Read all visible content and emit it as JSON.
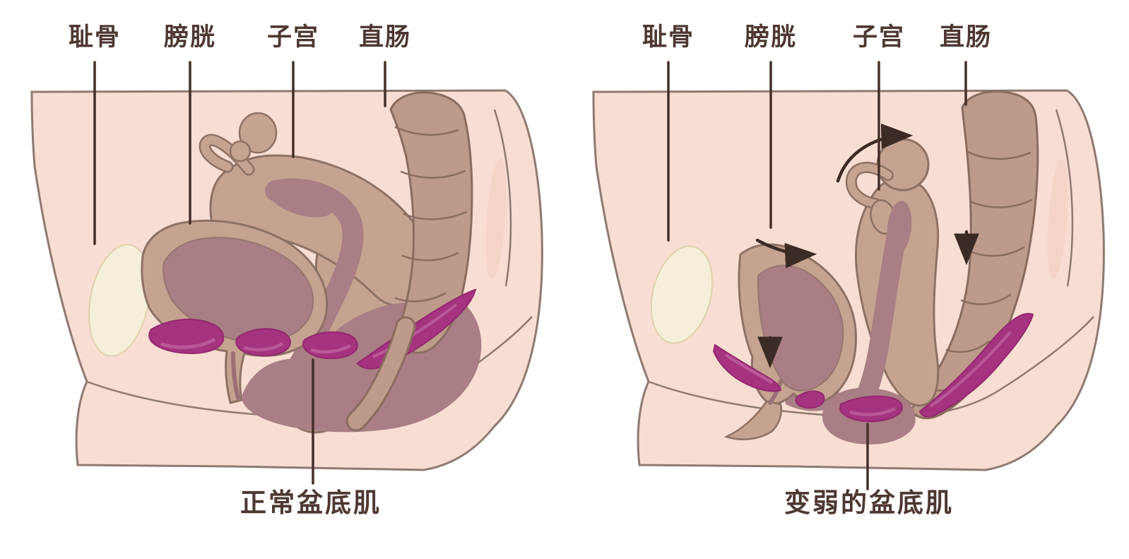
{
  "figure": {
    "type": "medical-anatomy-comparison",
    "description": "Sagittal pelvic cross-sections comparing normal and weakened pelvic floor muscles"
  },
  "panels": [
    {
      "id": "normal-pelvic-floor",
      "organ_labels": [
        "耻骨",
        "膀胱",
        "子宫",
        "直肠"
      ],
      "caption": "正常盆底肌"
    },
    {
      "id": "weakened-pelvic-floor",
      "organ_labels": [
        "耻骨",
        "膀胱",
        "子宫",
        "直肠"
      ],
      "caption": "变弱的盆底肌",
      "annotations": [
        "curved-arrow-uterus-descend",
        "curved-arrow-bladder-descend",
        "down-arrow-bladder",
        "down-arrow-rectum"
      ]
    }
  ],
  "colors": {
    "background": "#ffffff",
    "body_skin": "#f8ddd3",
    "body_outline": "#8e7a71",
    "organ_tan": "#c6a390",
    "organ_outline": "#8d7164",
    "rectum_tan": "#bd9a89",
    "rectum_outline": "#8a6c5f",
    "mucosa_mauve": "#a97e84",
    "pubic_bone_cream": "#f5efd9",
    "muscle_magenta": "#a63380",
    "muscle_outline": "#93286e",
    "muscle_highlight": "#c0609f",
    "label_text": "#4d3831",
    "leader_line": "#443029",
    "arrow": "#3b2b24"
  }
}
